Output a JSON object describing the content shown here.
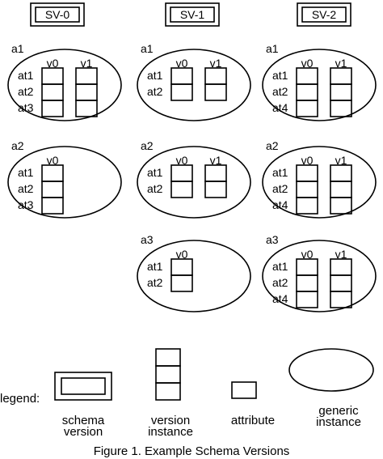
{
  "schema_versions": [
    "SV-0",
    "SV-1",
    "SV-2"
  ],
  "columns": [
    {
      "instances": [
        {
          "name": "a1",
          "versions": [
            "v0",
            "v1"
          ],
          "attributes": [
            "at1",
            "at2",
            "at3"
          ]
        },
        {
          "name": "a2",
          "versions": [
            "v0"
          ],
          "attributes": [
            "at1",
            "at2",
            "at3"
          ]
        }
      ]
    },
    {
      "instances": [
        {
          "name": "a1",
          "versions": [
            "v0",
            "v1"
          ],
          "attributes": [
            "at1",
            "at2"
          ]
        },
        {
          "name": "a2",
          "versions": [
            "v0",
            "v1"
          ],
          "attributes": [
            "at1",
            "at2"
          ]
        },
        {
          "name": "a3",
          "versions": [
            "v0"
          ],
          "attributes": [
            "at1",
            "at2"
          ]
        }
      ]
    },
    {
      "instances": [
        {
          "name": "a1",
          "versions": [
            "v0",
            "v1"
          ],
          "attributes": [
            "at1",
            "at2",
            "at4"
          ]
        },
        {
          "name": "a2",
          "versions": [
            "v0",
            "v1"
          ],
          "attributes": [
            "at1",
            "at2",
            "at4"
          ]
        },
        {
          "name": "a3",
          "versions": [
            "v0",
            "v1"
          ],
          "attributes": [
            "at1",
            "at2",
            "at4"
          ]
        }
      ]
    }
  ],
  "legend": {
    "title": "legend:",
    "items": [
      {
        "kind": "schema-version",
        "label_lines": [
          "schema",
          "version"
        ]
      },
      {
        "kind": "version-instance",
        "label_lines": [
          "version",
          "instance"
        ]
      },
      {
        "kind": "attribute",
        "label_lines": [
          "attribute"
        ]
      },
      {
        "kind": "generic-instance",
        "label_lines": [
          "generic",
          "instance"
        ]
      }
    ]
  },
  "caption": "Figure 1. Example Schema Versions"
}
